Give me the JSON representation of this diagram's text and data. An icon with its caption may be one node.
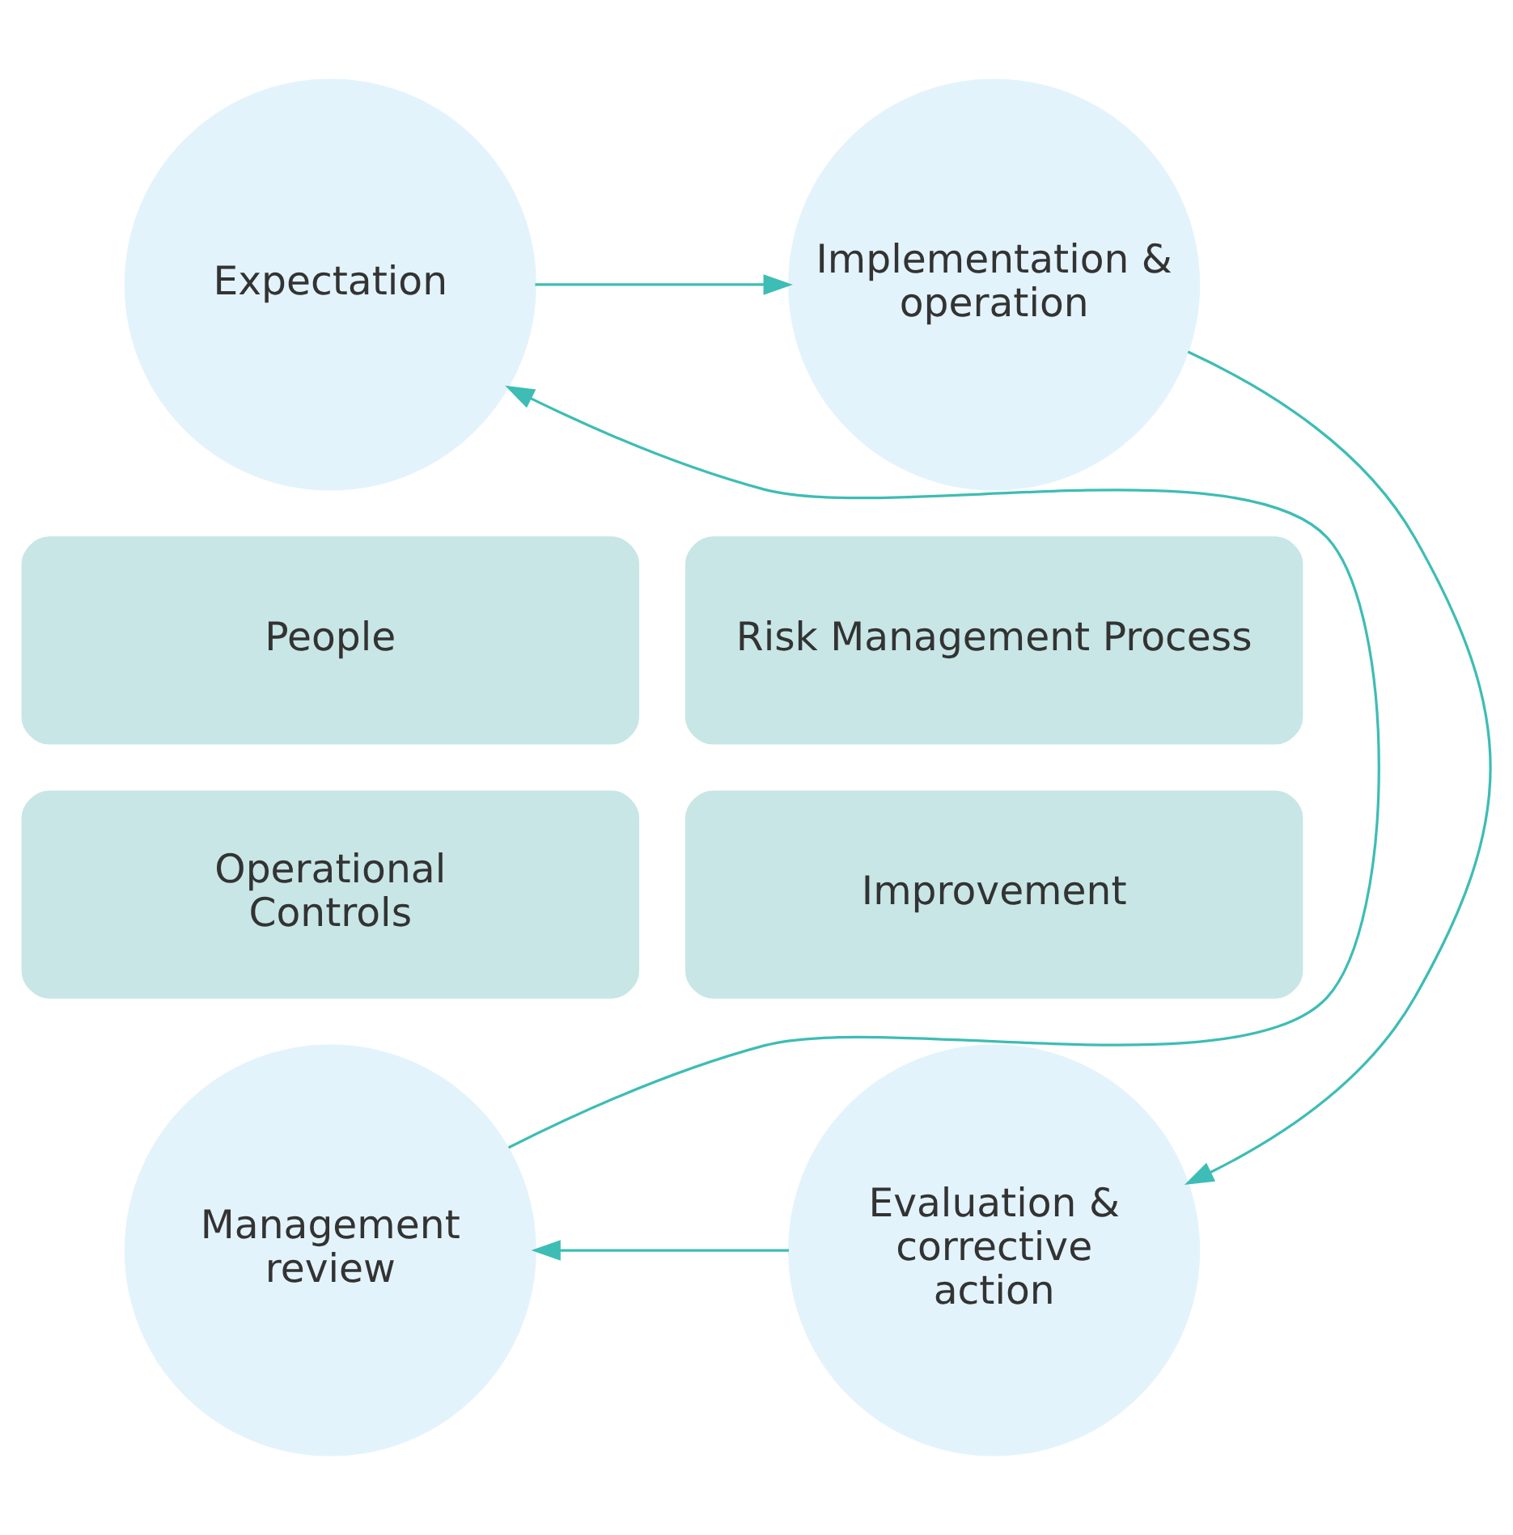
{
  "diagram": {
    "nodes": [
      {
        "text": [
          "Expectation"
        ]
      },
      {
        "text": [
          "Implementation & operation"
        ]
      },
      {
        "text": [
          "Evaluation & corrective action"
        ]
      },
      {
        "text": [
          "Management review"
        ]
      },
      {
        "text": [
          "People"
        ]
      },
      {
        "text": [
          "Risk Management Process"
        ]
      },
      {
        "text": [
          "Operational Controls"
        ]
      },
      {
        "text": [
          "Improvement"
        ]
      }
    ],
    "edges": [
      {
        "from": 0,
        "to": 1,
        "arrow": "to"
      },
      {
        "from": 1,
        "to": 2,
        "arrow": "to"
      },
      {
        "from": 2,
        "to": 3,
        "arrow": "to"
      },
      {
        "from": 3,
        "to": 0,
        "arrow": "to"
      }
    ]
  }
}
